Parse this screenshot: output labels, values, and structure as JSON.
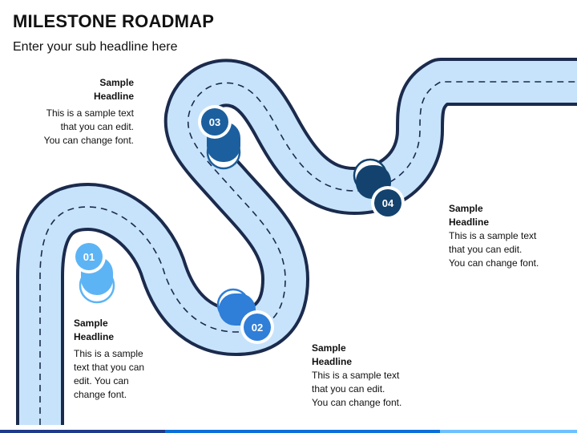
{
  "title": "MILESTONE ROADMAP",
  "subtitle": "Enter your sub headline here",
  "milestones": [
    {
      "label": "01",
      "headline_1": "Sample",
      "headline_2": "Headline",
      "text_lines": [
        "This is a sample",
        "text that you can",
        "edit. You can",
        "change font."
      ],
      "color": "#5DB4F5"
    },
    {
      "label": "02",
      "headline_1": "Sample",
      "headline_2": "Headline",
      "text_lines": [
        "This is a sample text",
        "that you can edit.",
        "You can change font."
      ],
      "color": "#2F7ED8"
    },
    {
      "label": "03",
      "headline_1": "Sample",
      "headline_2": "Headline",
      "text_lines": [
        "This is a sample text",
        "that you can edit.",
        "You can change font."
      ],
      "color": "#1C5F9E"
    },
    {
      "label": "04",
      "headline_1": "Sample",
      "headline_2": "Headline",
      "text_lines": [
        "This is a sample text",
        "that you can edit.",
        "You can change font."
      ],
      "color": "#13426E"
    }
  ],
  "colors": {
    "road_fill": "#C7E3FB",
    "road_edge": "#1B2B4D",
    "lane_dash": "#1B2B4D",
    "bar": [
      "#1E3A8A",
      "#0B6FD8",
      "#6EC1FF"
    ]
  }
}
